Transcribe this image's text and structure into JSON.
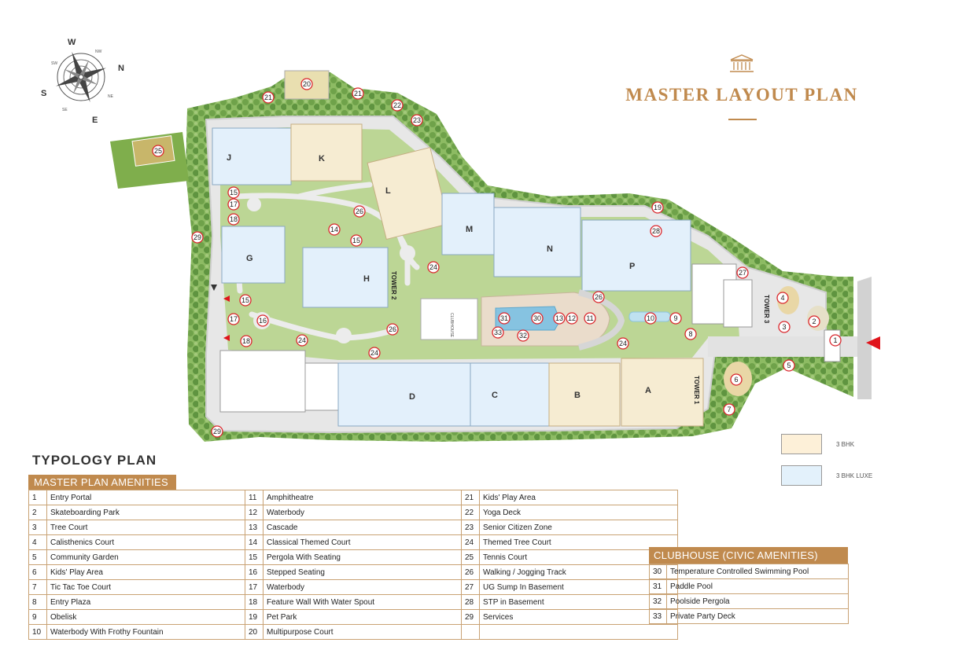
{
  "header": {
    "title": "MASTER LAYOUT PLAN"
  },
  "compass": {
    "letters": [
      "W",
      "N",
      "E",
      "S"
    ],
    "sub_letters": [
      "NW",
      "NE",
      "SE",
      "SW"
    ]
  },
  "map": {
    "blocks": [
      "J",
      "K",
      "L",
      "M",
      "N",
      "P",
      "G",
      "H",
      "D",
      "C",
      "B",
      "A"
    ],
    "towers": [
      "TOWER 1",
      "TOWER 2",
      "TOWER 3"
    ],
    "clubhouse_label": "CLUBHOUSE",
    "markers": [
      "1",
      "2",
      "3",
      "4",
      "5",
      "6",
      "7",
      "8",
      "9",
      "10",
      "11",
      "12",
      "13",
      "14",
      "15",
      "15",
      "15",
      "16",
      "17",
      "17",
      "18",
      "18",
      "19",
      "20",
      "21",
      "21",
      "22",
      "23",
      "24",
      "24",
      "24",
      "24",
      "25",
      "26",
      "26",
      "26",
      "27",
      "28",
      "29",
      "29",
      "30",
      "31",
      "32",
      "33"
    ],
    "colors": {
      "bhk3": "#f6ecd2",
      "bhk3_luxe": "#e3f0fb",
      "greenery": "#7fb35a",
      "lawn": "#c9dfa3",
      "road": "#e7e7e7",
      "pool": "#86c3e1",
      "accent": "#c08a4e",
      "marker": "#d9262c",
      "entry_arrow": "#e0141b"
    }
  },
  "legend": [
    {
      "label": "3 BHK",
      "color": "#fdf0d8"
    },
    {
      "label": "3 BHK LUXE",
      "color": "#e3f1fb"
    }
  ],
  "typology": {
    "title": "TYPOLOGY PLAN",
    "amenities_header": "MASTER PLAN AMENITIES",
    "rows": [
      [
        [
          "1",
          "Entry Portal"
        ],
        [
          "11",
          "Amphitheatre"
        ],
        [
          "21",
          "Kids' Play Area"
        ]
      ],
      [
        [
          "2",
          "Skateboarding Park"
        ],
        [
          "12",
          "Waterbody"
        ],
        [
          "22",
          "Yoga Deck"
        ]
      ],
      [
        [
          "3",
          "Tree Court"
        ],
        [
          "13",
          "Cascade"
        ],
        [
          "23",
          "Senior Citizen Zone"
        ]
      ],
      [
        [
          "4",
          "Calisthenics Court"
        ],
        [
          "14",
          "Classical Themed Court"
        ],
        [
          "24",
          "Themed Tree Court"
        ]
      ],
      [
        [
          "5",
          "Community Garden"
        ],
        [
          "15",
          "Pergola With Seating"
        ],
        [
          "25",
          "Tennis Court"
        ]
      ],
      [
        [
          "6",
          "Kids' Play Area"
        ],
        [
          "16",
          "Stepped Seating"
        ],
        [
          "26",
          "Walking / Jogging Track"
        ]
      ],
      [
        [
          "7",
          "Tic Tac Toe Court"
        ],
        [
          "17",
          "Waterbody"
        ],
        [
          "27",
          "UG Sump In Basement"
        ]
      ],
      [
        [
          "8",
          "Entry Plaza"
        ],
        [
          "18",
          "Feature Wall With Water Spout"
        ],
        [
          "28",
          "STP in Basement"
        ]
      ],
      [
        [
          "9",
          "Obelisk"
        ],
        [
          "19",
          "Pet Park"
        ],
        [
          "29",
          "Services"
        ]
      ],
      [
        [
          "10",
          "Waterbody With Frothy Fountain"
        ],
        [
          "20",
          "Multipurpose Court"
        ],
        [
          "",
          ""
        ]
      ]
    ],
    "clubhouse_header": "CLUBHOUSE (CIVIC AMENITIES)",
    "clubhouse_rows": [
      [
        "30",
        "Temperature Controlled Swimming Pool"
      ],
      [
        "31",
        "Paddle Pool"
      ],
      [
        "32",
        "Poolside Pergola"
      ],
      [
        "33",
        "Private Party Deck"
      ]
    ]
  }
}
